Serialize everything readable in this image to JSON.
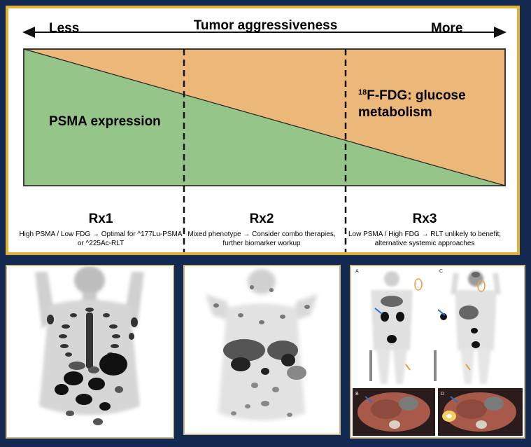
{
  "header": {
    "title": "Tumor aggressiveness",
    "left_label": "Less",
    "right_label": "More"
  },
  "regions": {
    "psma_label": "PSMA expression",
    "fdg_prefix": "18",
    "fdg_label": "F-FDG: glucose metabolism"
  },
  "treatments": [
    {
      "label": "Rx1",
      "description": "High PSMA / Low FDG → Optimal for ^177Lu-PSMA or ^225Ac-RLT"
    },
    {
      "label": "Rx2",
      "description": "Mixed phenotype → Consider combo therapies, further biomarker workup"
    },
    {
      "label": "Rx3",
      "description": "Low PSMA / High FDG → RLT unlikely to benefit; alternative systemic approaches"
    }
  ],
  "scans": {
    "panel3_labels": [
      "A",
      "C",
      "B",
      "D"
    ]
  },
  "colors": {
    "background": "#14294f",
    "frame": "#e0b23a",
    "psma_green": "#96c589",
    "fdg_orange": "#ebb87a"
  }
}
